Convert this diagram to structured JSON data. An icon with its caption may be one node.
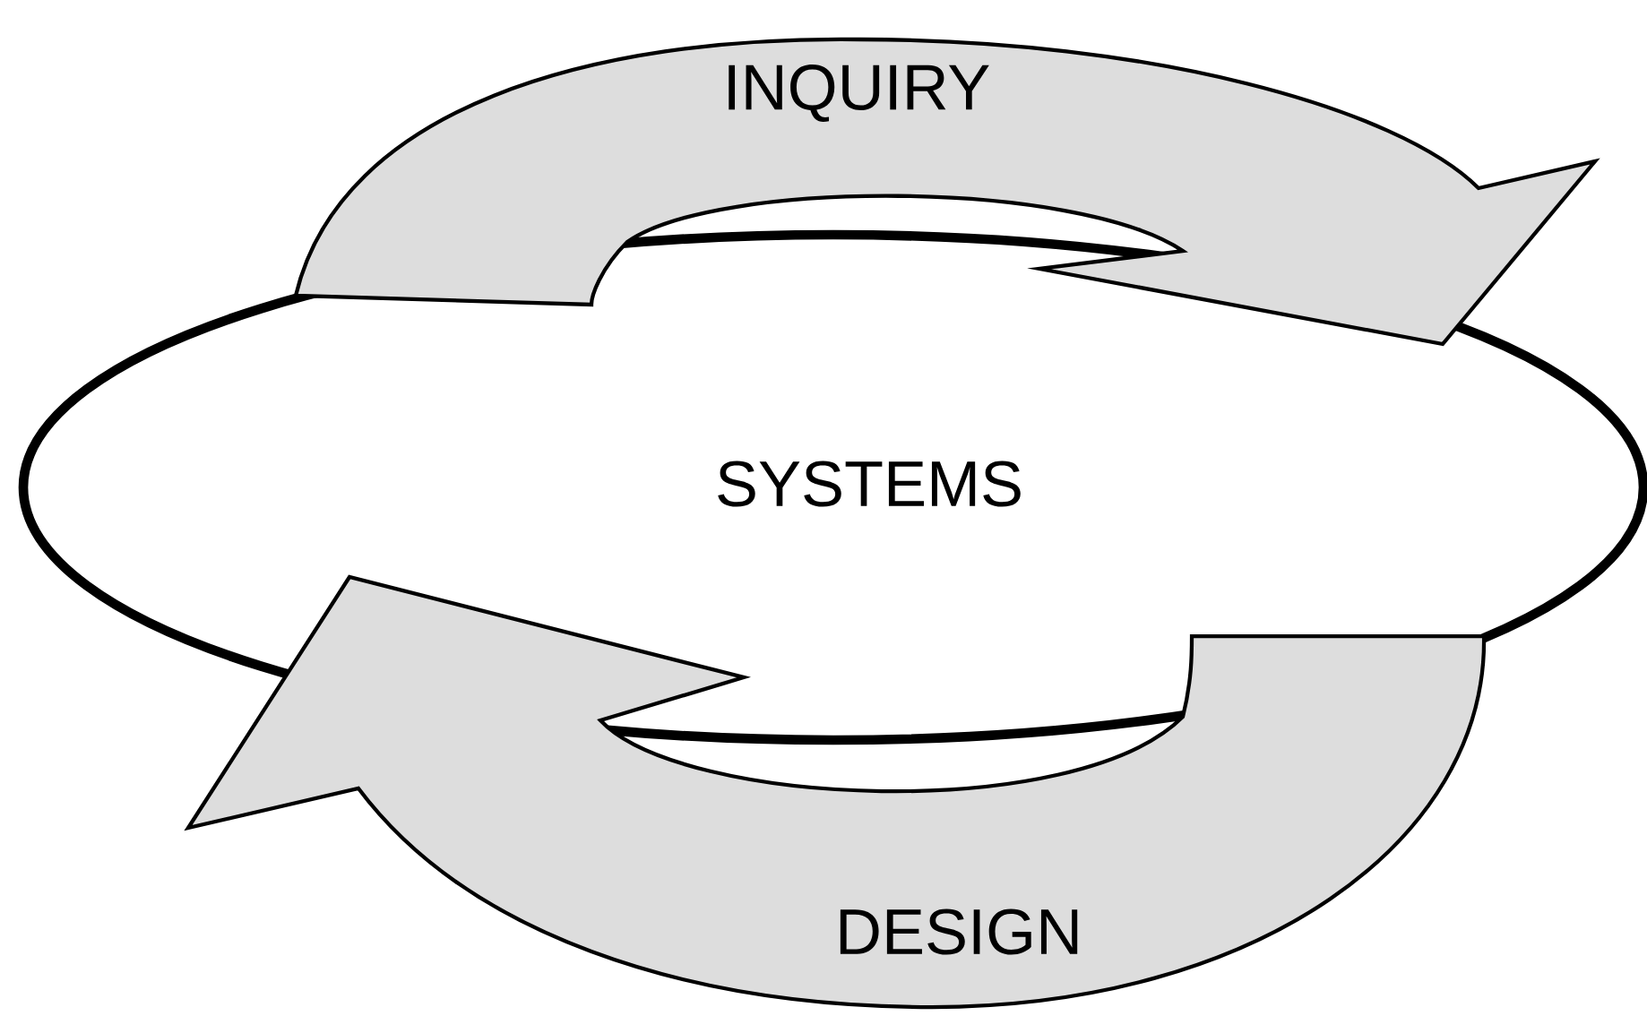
{
  "diagram": {
    "nodes": [
      {
        "text": [
          "SYSTEMS"
        ]
      },
      {
        "text": [
          "INQUIRY"
        ]
      },
      {
        "text": [
          "DESIGN"
        ]
      }
    ]
  }
}
